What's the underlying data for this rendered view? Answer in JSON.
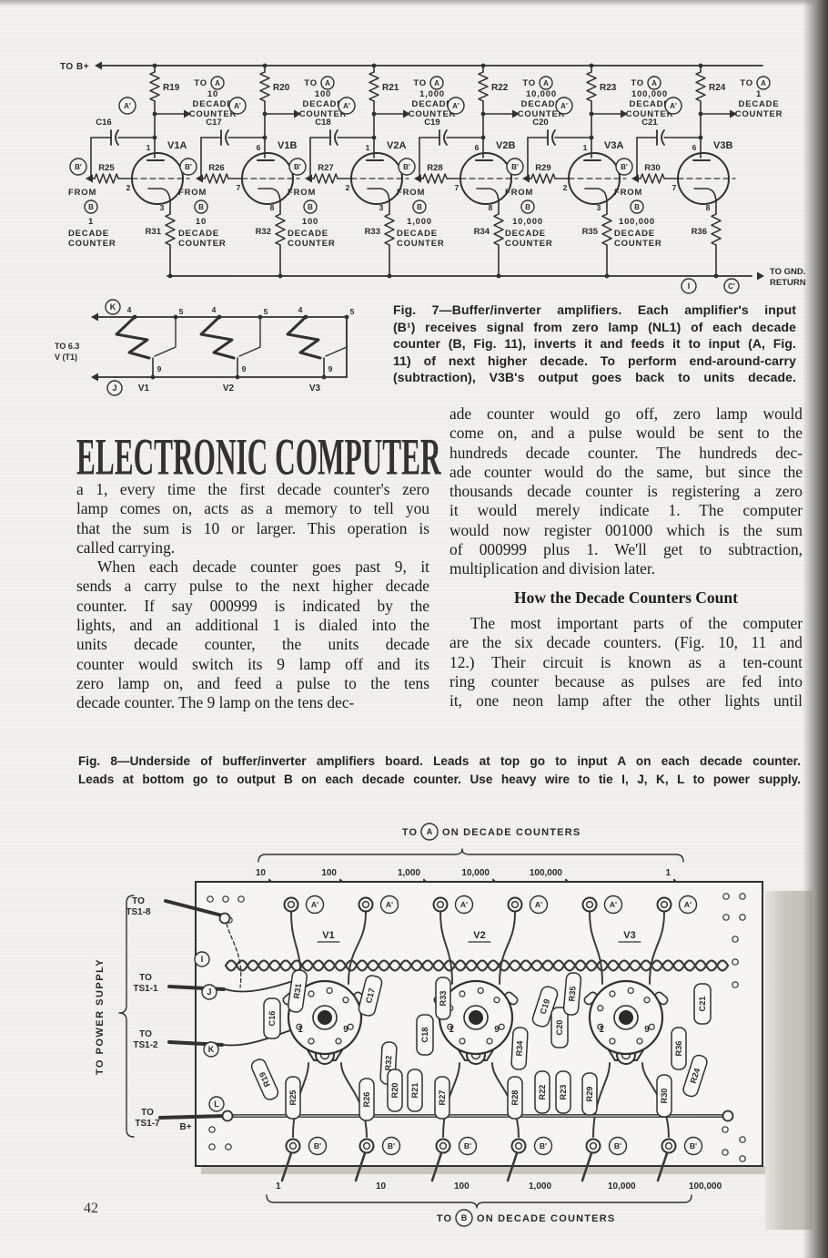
{
  "page_number": "42",
  "fig7": {
    "power_label": "TO B+",
    "ground_label_line1": "TO GND.",
    "ground_label_line2": "RETURN",
    "ground_terminals": [
      "I",
      "C'"
    ],
    "output_circle": "A'",
    "input_circle": "B'",
    "to_word": "TO",
    "from_word": "FROM",
    "decade_word": "DECADE",
    "counter_word": "COUNTER",
    "a_letter": "A",
    "b_letter": "B",
    "stages": [
      {
        "tube": "V1A",
        "plate_resistor": "R19",
        "capacitor": "C16",
        "input_resistor": "R25",
        "cathode_resistor": "R31",
        "pin_grid": "1",
        "pin_input": "2",
        "pin_cathode": "3",
        "to_decade": "10",
        "from_decade": "1"
      },
      {
        "tube": "V1B",
        "plate_resistor": "R20",
        "capacitor": "C17",
        "input_resistor": "R26",
        "cathode_resistor": "R32",
        "pin_grid": "6",
        "pin_input": "7",
        "pin_cathode": "8",
        "to_decade": "100",
        "from_decade": "10"
      },
      {
        "tube": "V2A",
        "plate_resistor": "R21",
        "capacitor": "C18",
        "input_resistor": "R27",
        "cathode_resistor": "R33",
        "pin_grid": "1",
        "pin_input": "2",
        "pin_cathode": "3",
        "to_decade": "1,000",
        "from_decade": "100"
      },
      {
        "tube": "V2B",
        "plate_resistor": "R22",
        "capacitor": "C19",
        "input_resistor": "R28",
        "cathode_resistor": "R34",
        "pin_grid": "6",
        "pin_input": "7",
        "pin_cathode": "8",
        "to_decade": "10,000",
        "from_decade": "1,000"
      },
      {
        "tube": "V3A",
        "plate_resistor": "R23",
        "capacitor": "C20",
        "input_resistor": "R29",
        "cathode_resistor": "R35",
        "pin_grid": "1",
        "pin_input": "2",
        "pin_cathode": "3",
        "to_decade": "100,000",
        "from_decade": "10,000"
      },
      {
        "tube": "V3B",
        "plate_resistor": "R24",
        "capacitor": "C21",
        "input_resistor": "R30",
        "cathode_resistor": "R36",
        "pin_grid": "6",
        "pin_input": "7",
        "pin_cathode": "8",
        "to_decade": "1",
        "from_decade": "100,000"
      }
    ],
    "filament": {
      "top_terminal": "K",
      "bottom_terminal": "J",
      "source_line1": "TO 6.3",
      "source_line2": "V (T1)",
      "tubes": [
        "V1",
        "V2",
        "V3"
      ],
      "pin_top_left": "4",
      "pin_top_right": "5",
      "pin_bottom": "9"
    },
    "caption_lines": [
      "Fig. 7—Buffer/inverter amplifiers. Each amplifier's input",
      "(B¹) receives signal from zero lamp (NL1) of each decade",
      "counter (B, Fig. 11), inverts it and feeds it to input (A, Fig.",
      "11) of next higher decade. To perform end-around-carry",
      "(subtraction), V3B's output goes back to units decade."
    ]
  },
  "article": {
    "headline": "ELECTRONIC COMPUTER",
    "left_column": {
      "paragraph1_lines": [
        "a 1, every time the first decade counter's zero",
        "lamp comes on, acts as a memory to tell you",
        "that the sum is 10 or larger. This operation is",
        "called carrying."
      ],
      "paragraph2_lines": [
        "When each decade counter goes past 9, it",
        "sends a carry pulse to the next higher decade",
        "counter. If say 000999 is indicated by the",
        "lights, and an additional 1 is dialed into the",
        "units decade counter, the units decade",
        "counter would switch its 9 lamp off and its",
        "zero lamp on, and feed a pulse to the tens",
        "decade counter. The 9 lamp on the tens dec-"
      ]
    },
    "right_column": {
      "paragraph1_lines": [
        "ade counter would go off, zero lamp would",
        "come on, and a pulse would be sent to the",
        "hundreds decade counter. The hundreds dec-",
        "ade counter would do the same, but since the",
        "thousands decade counter is registering a zero",
        "it would merely indicate 1. The computer",
        "would now register 001000 which is the sum",
        "of 000999 plus 1. We'll get to subtraction,",
        "multiplication and division later."
      ],
      "subhead": "How the Decade Counters Count",
      "paragraph2_lines": [
        "The most important parts of the computer",
        "are the six decade counters. (Fig. 10, 11 and",
        "12.) Their circuit is known as a ten-count",
        "ring counter because as pulses are fed into",
        "it, one neon lamp after the other lights until"
      ]
    }
  },
  "fig8": {
    "caption_lines": [
      "Fig. 8—Underside of buffer/inverter amplifiers board. Leads at top go to input A on each decade counter.",
      "Leads at bottom go to output B on each decade counter. Use heavy wire to tie I, J, K, L to power supply."
    ],
    "top_label": {
      "prefix": "TO",
      "circle": "A",
      "suffix": "ON DECADE COUNTERS"
    },
    "bottom_label": {
      "prefix": "TO",
      "circle": "B",
      "suffix": "ON DECADE COUNTERS"
    },
    "top_leads": [
      "10",
      "100",
      "1,000",
      "10,000",
      "100,000",
      "1"
    ],
    "bottom_leads": [
      "1",
      "10",
      "100",
      "1,000",
      "10,000",
      "100,000"
    ],
    "terminal_top": "A'",
    "terminal_bottom": "B'",
    "power_supply_brace_label": "TO POWER SUPPLY",
    "supply_connections": [
      {
        "line1": "TO",
        "line2": "TS1-8",
        "terminal": "I"
      },
      {
        "line1": "TO",
        "line2": "TS1-1",
        "terminal": "J"
      },
      {
        "line1": "TO",
        "line2": "TS1-2",
        "terminal": "K"
      },
      {
        "line1": "TO",
        "line2": "TS1-7",
        "terminal": "L"
      }
    ],
    "bplus_label": "B+",
    "sockets": [
      {
        "name": "V1",
        "pin_left": "1",
        "pin_right": "9"
      },
      {
        "name": "V2",
        "pin_left": "1",
        "pin_right": "9"
      },
      {
        "name": "V3",
        "pin_left": "1",
        "pin_right": "9"
      }
    ],
    "board_components": [
      "C16",
      "R31",
      "R19",
      "R25",
      "C17",
      "R32",
      "R26",
      "R20",
      "R21",
      "C18",
      "R33",
      "R27",
      "C19",
      "R34",
      "R28",
      "R22",
      "R23",
      "C20",
      "R35",
      "R29",
      "C21",
      "R36",
      "R30",
      "R24"
    ]
  }
}
